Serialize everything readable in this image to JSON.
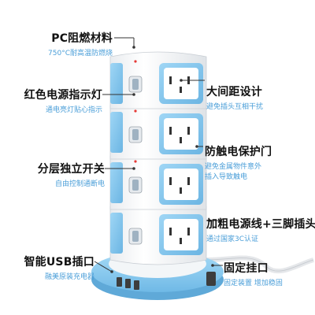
{
  "callouts": [
    {
      "id": "pc-material",
      "title": "PC阻燃材料",
      "subtitle": "750°C耐高温防燃烧"
    },
    {
      "id": "red-indicator",
      "title": "红色电源指示灯",
      "subtitle": "通电亮灯贴心指示"
    },
    {
      "id": "wide-spacing",
      "title": "大间距设计",
      "subtitle": "避免插头互相干扰"
    },
    {
      "id": "shock-door",
      "title": "防触电保护门",
      "subtitle1": "避免金属物件意外",
      "subtitle2": "插入导致触电"
    },
    {
      "id": "layer-switch",
      "title": "分层独立开关",
      "subtitle": "自由控制通断电"
    },
    {
      "id": "thick-cable",
      "title": "加粗电源线+三脚插头",
      "subtitle": "通过国家3C认证"
    },
    {
      "id": "fixed-hook",
      "title": "固定挂口",
      "subtitle": "固定装置 增加稳固"
    },
    {
      "id": "usb-port",
      "title": "智能USB插口",
      "subtitle": "融美原装充电器"
    }
  ],
  "colors": {
    "socket_blue": "#7ec3ea",
    "body_white": "#f7f8fa",
    "base_blue": "#8cccf0",
    "indicator_red": "#e53935",
    "accent_text": "#4a9ed8"
  }
}
